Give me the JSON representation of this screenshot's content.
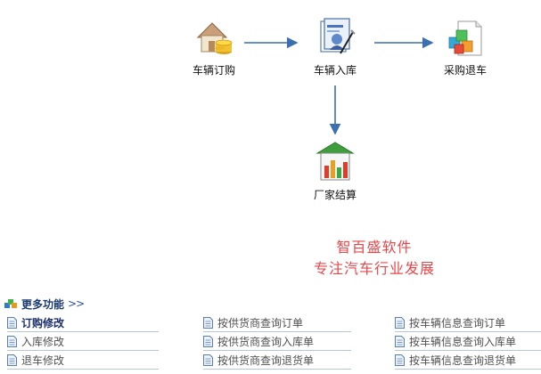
{
  "flow": {
    "nodes": [
      {
        "id": "order",
        "label": "车辆订购",
        "icon": "house-coins-icon"
      },
      {
        "id": "stock_in",
        "label": "车辆入库",
        "icon": "warehouse-document-icon"
      },
      {
        "id": "return",
        "label": "采购退车",
        "icon": "colored-blocks-icon"
      },
      {
        "id": "settle",
        "label": "厂家结算",
        "icon": "bar-chart-icon"
      }
    ]
  },
  "slogan": {
    "line1": "智百盛软件",
    "line2": "专注汽车行业发展",
    "color": "#e8474a"
  },
  "more": {
    "label": "更多功能",
    "arrows": ">>"
  },
  "functions": {
    "col1": [
      "订购修改",
      "入库修改",
      "退车修改"
    ],
    "col2": [
      "按供货商查询订单",
      "按供货商查询入库单",
      "按供货商查询退货单"
    ],
    "col3": [
      "按车辆信息查询订单",
      "按车辆信息查询入库单",
      "按车辆信息查询退货单"
    ],
    "active": "订购修改"
  },
  "colors": {
    "arrow": "#3a6fb0",
    "link_active": "#1b2f6b",
    "divider": "#b8c6d9"
  }
}
